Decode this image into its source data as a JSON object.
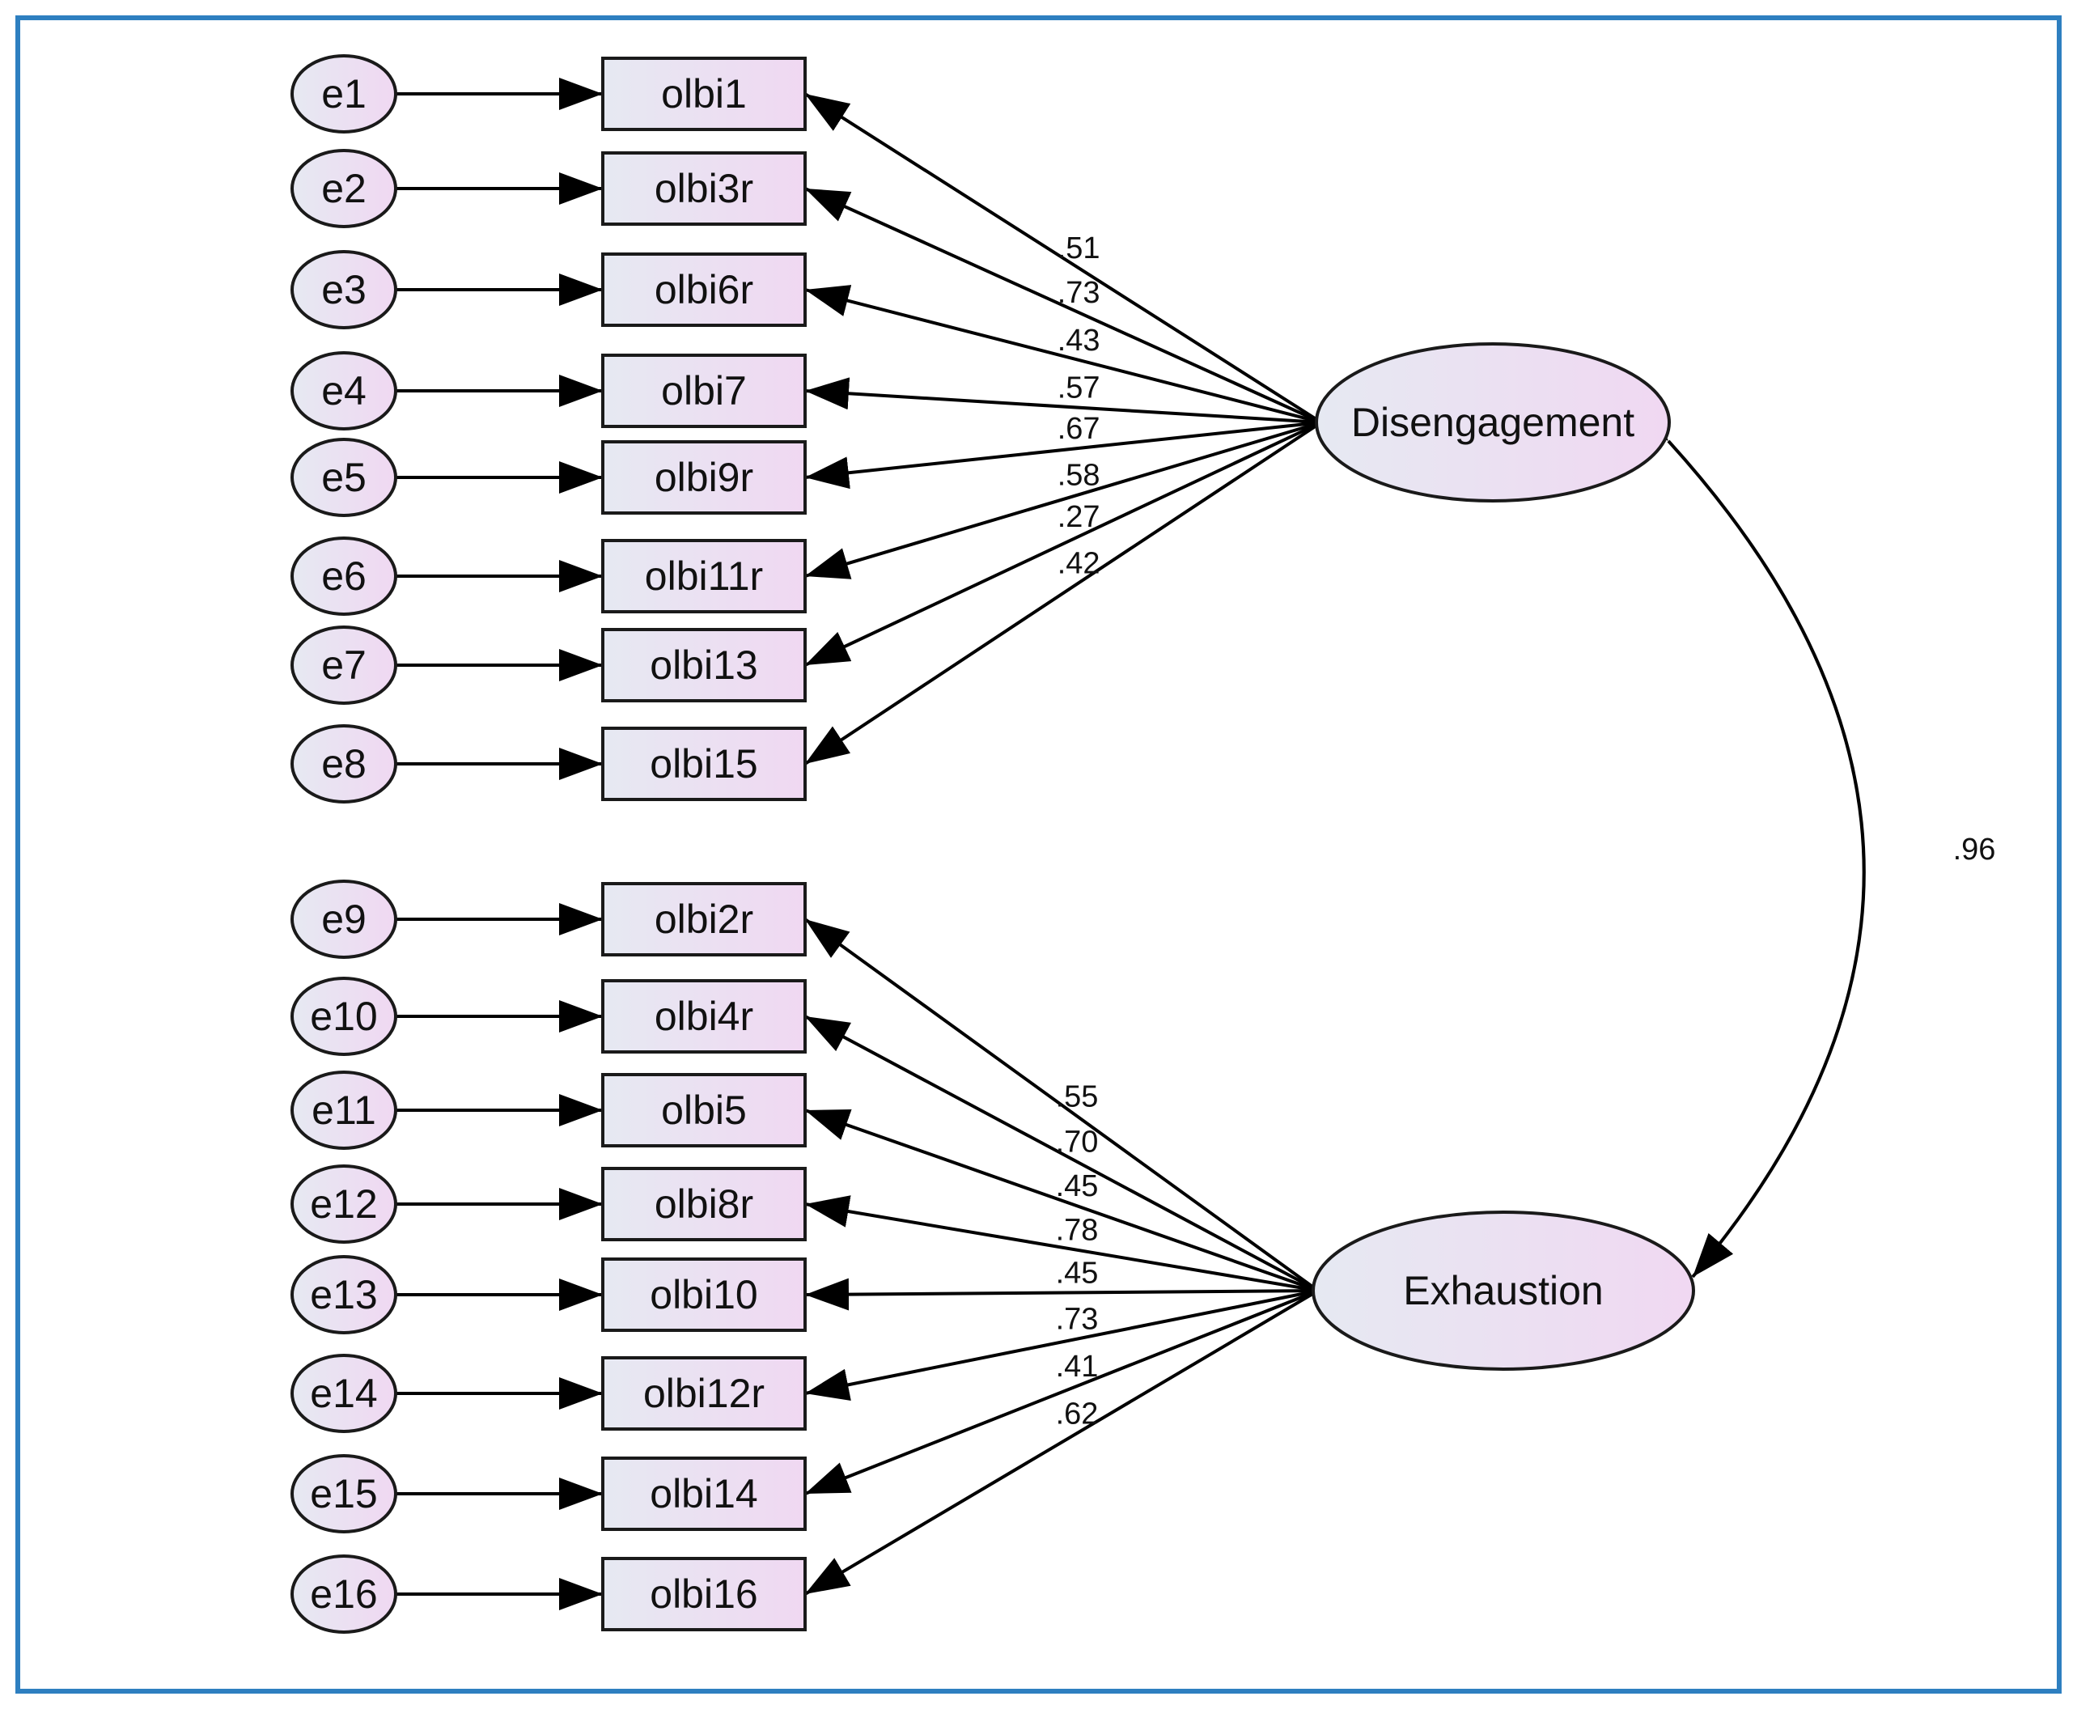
{
  "colors": {
    "frame": "#2e7fc0",
    "node_fill_light": "#e6e9f2",
    "node_fill_pink": "#f0d8f2",
    "stroke": "#111111"
  },
  "factors": [
    {
      "name": "Disengagement",
      "items": [
        {
          "error": "e1",
          "item": "olbi1",
          "loading": ".51"
        },
        {
          "error": "e2",
          "item": "olbi3r",
          "loading": ".73"
        },
        {
          "error": "e3",
          "item": "olbi6r",
          "loading": ".43"
        },
        {
          "error": "e4",
          "item": "olbi7",
          "loading": ".57"
        },
        {
          "error": "e5",
          "item": "olbi9r",
          "loading": ".67"
        },
        {
          "error": "e6",
          "item": "olbi11r",
          "loading": ".58"
        },
        {
          "error": "e7",
          "item": "olbi13",
          "loading": ".27"
        },
        {
          "error": "e8",
          "item": "olbi15",
          "loading": ".42"
        }
      ]
    },
    {
      "name": "Exhaustion",
      "items": [
        {
          "error": "e9",
          "item": "olbi2r",
          "loading": ".55"
        },
        {
          "error": "e10",
          "item": "olbi4r",
          "loading": ".70"
        },
        {
          "error": "e11",
          "item": "olbi5",
          "loading": ".45"
        },
        {
          "error": "e12",
          "item": "olbi8r",
          "loading": ".78"
        },
        {
          "error": "e13",
          "item": "olbi10",
          "loading": ".45"
        },
        {
          "error": "e14",
          "item": "olbi12r",
          "loading": ".73"
        },
        {
          "error": "e15",
          "item": "olbi14",
          "loading": ".41"
        },
        {
          "error": "e16",
          "item": "olbi16",
          "loading": ".62"
        }
      ]
    }
  ],
  "correlation": ".96"
}
